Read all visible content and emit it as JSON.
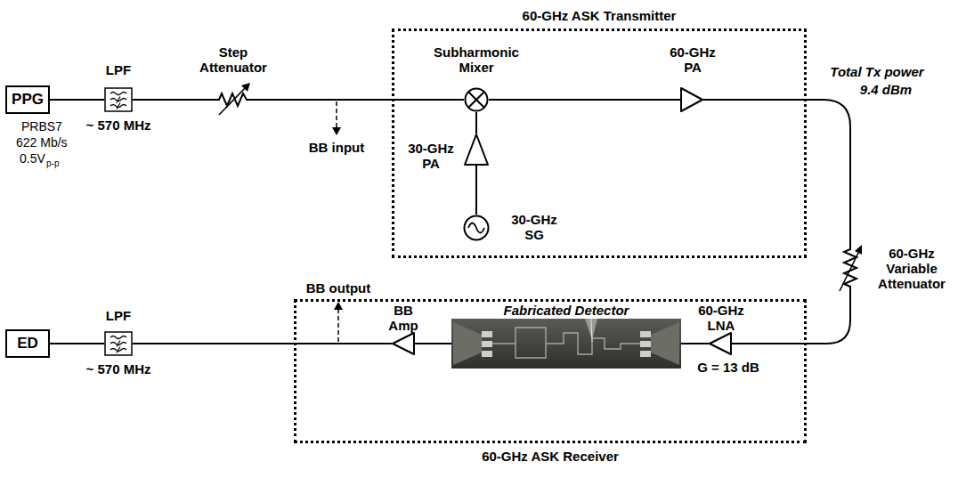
{
  "diagram": {
    "nodes": [
      {
        "text": [
          "PPG"
        ]
      },
      {
        "text": [
          "LPF",
          "~ 570 MHz"
        ]
      },
      {
        "text": [
          "Step Attenuator"
        ]
      },
      {
        "text": [
          "60-GHz ASK Transmitter"
        ]
      },
      {
        "text": [
          "Subharmonic Mixer"
        ],
        "in": 3
      },
      {
        "text": [
          "60-GHz PA"
        ],
        "in": 3
      },
      {
        "text": [
          "30-GHz PA"
        ],
        "in": 3
      },
      {
        "text": [
          "30-GHz SG"
        ],
        "in": 3
      },
      {
        "text": [
          "60-GHz Variable Attenuator"
        ]
      },
      {
        "text": [
          "60-GHz ASK Receiver"
        ]
      },
      {
        "text": [
          "BB Amp"
        ],
        "in": 9
      },
      {
        "text": [
          "Fabricated Detector"
        ],
        "in": 9
      },
      {
        "text": [
          "60-GHz LNA",
          "G = 13 dB"
        ],
        "in": 9
      },
      {
        "text": [
          "LPF",
          "~ 570 MHz"
        ]
      },
      {
        "text": [
          "ED"
        ]
      }
    ],
    "edges": [
      {
        "from": 0,
        "to": 1,
        "arrow": "none"
      },
      {
        "from": 1,
        "to": 2,
        "arrow": "none"
      },
      {
        "from": 2,
        "to": 4,
        "arrow": "none"
      },
      {
        "from": 4,
        "to": 5,
        "arrow": "none"
      },
      {
        "from": 7,
        "to": 6,
        "arrow": "none"
      },
      {
        "from": 6,
        "to": 4,
        "arrow": "none"
      },
      {
        "from": 5,
        "to": 8,
        "arrow": "none"
      },
      {
        "from": 8,
        "to": 12,
        "arrow": "none"
      },
      {
        "from": 12,
        "to": 11,
        "arrow": "none"
      },
      {
        "from": 11,
        "to": 10,
        "arrow": "none"
      },
      {
        "from": 10,
        "to": 13,
        "arrow": "none"
      },
      {
        "from": 13,
        "to": 14,
        "arrow": "none"
      }
    ],
    "labels": [
      "PRBS7",
      "622 Mb/s",
      "0.5V",
      "p-p",
      "BB input",
      "Total Tx power",
      "9.4 dBm",
      "BB output"
    ]
  }
}
